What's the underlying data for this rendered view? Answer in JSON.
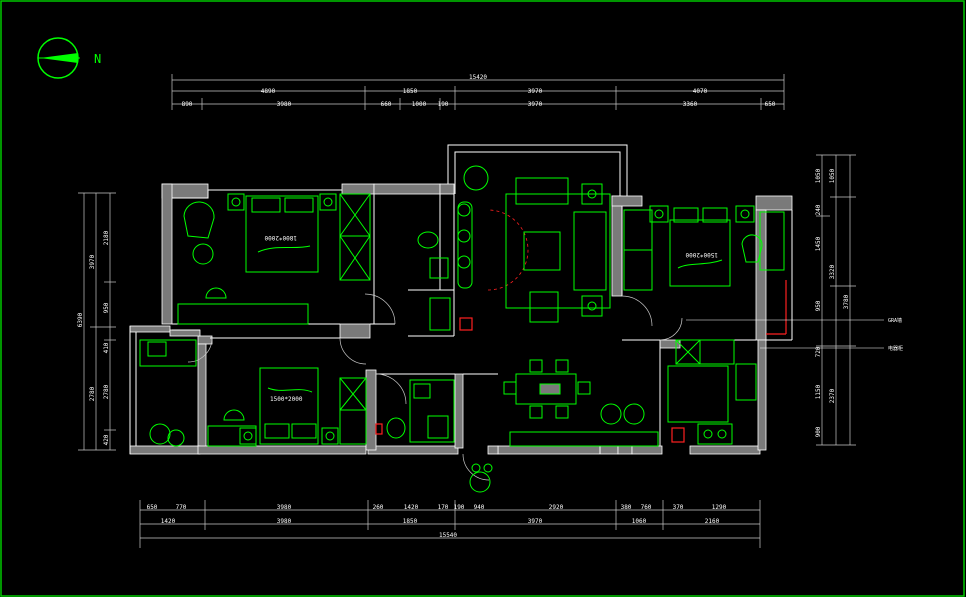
{
  "north_label": "N",
  "colors": {
    "background": "#000000",
    "walls": "#ffffff",
    "wall_fill": "#7a7a7a",
    "furniture": "#00ff00",
    "dims": "#c8c8c8",
    "text": "#ffffff",
    "accent_red": "#ff2020",
    "frame": "#00c800"
  },
  "dims_top": {
    "total": "15420",
    "row1": [
      "4890",
      "1850",
      "3970",
      "4070"
    ],
    "row2": [
      "890",
      "3980",
      "660",
      "1000",
      "190",
      "3970",
      "3360",
      "650"
    ]
  },
  "dims_bottom": {
    "row1": [
      "650",
      "770",
      "3980",
      "260",
      "1420",
      "170",
      "190",
      "940",
      "2920",
      "380",
      "760",
      "370",
      "1290"
    ],
    "row2": [
      "1420",
      "3980",
      "1850",
      "3970",
      "1060",
      "2160"
    ],
    "total": "15540"
  },
  "dims_left": {
    "outer": "6390",
    "inner": [
      "3970",
      "2780"
    ],
    "row": [
      "2180",
      "950",
      "410",
      "2780",
      "420"
    ]
  },
  "dims_right": {
    "outer": [
      "1050",
      "3320",
      "2370"
    ],
    "row": [
      "1050",
      "240",
      "1450",
      "950",
      "720",
      "1150",
      "900"
    ],
    "extra": "3780"
  },
  "bed_labels": {
    "master": "1800*2000",
    "second": "1500*2000",
    "right": "1500*2000"
  },
  "callouts": [
    "GRA墙",
    "电器柜"
  ]
}
